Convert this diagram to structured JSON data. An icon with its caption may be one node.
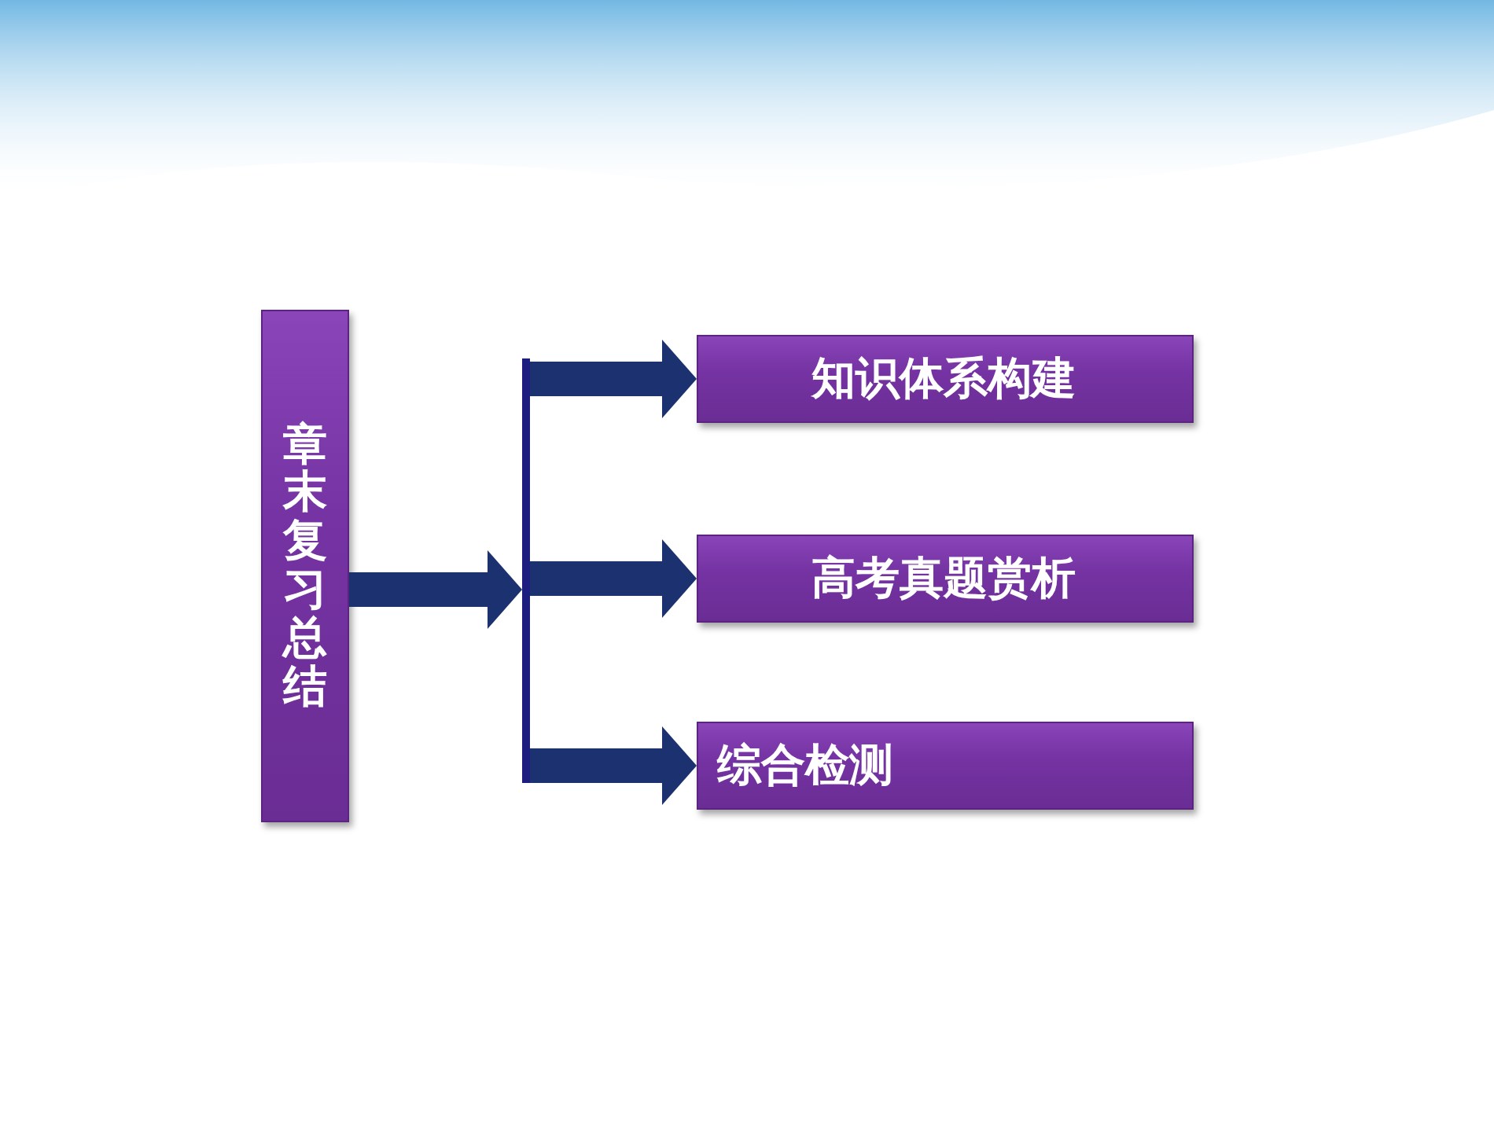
{
  "diagram": {
    "nodes": [
      {
        "text": [
          "章末复习总结"
        ]
      },
      {
        "text": [],
        "shape": "bar"
      },
      {
        "text": [
          "知识体系构建"
        ]
      },
      {
        "text": [
          "高考真题赏析"
        ]
      },
      {
        "text": [
          "综合检测"
        ]
      }
    ],
    "edges": [
      {
        "from": 0,
        "to": 1,
        "arrow": "to"
      },
      {
        "from": 1,
        "to": 2,
        "arrow": "to"
      },
      {
        "from": 1,
        "to": 3,
        "arrow": "to"
      },
      {
        "from": 1,
        "to": 4,
        "arrow": "to"
      }
    ]
  }
}
